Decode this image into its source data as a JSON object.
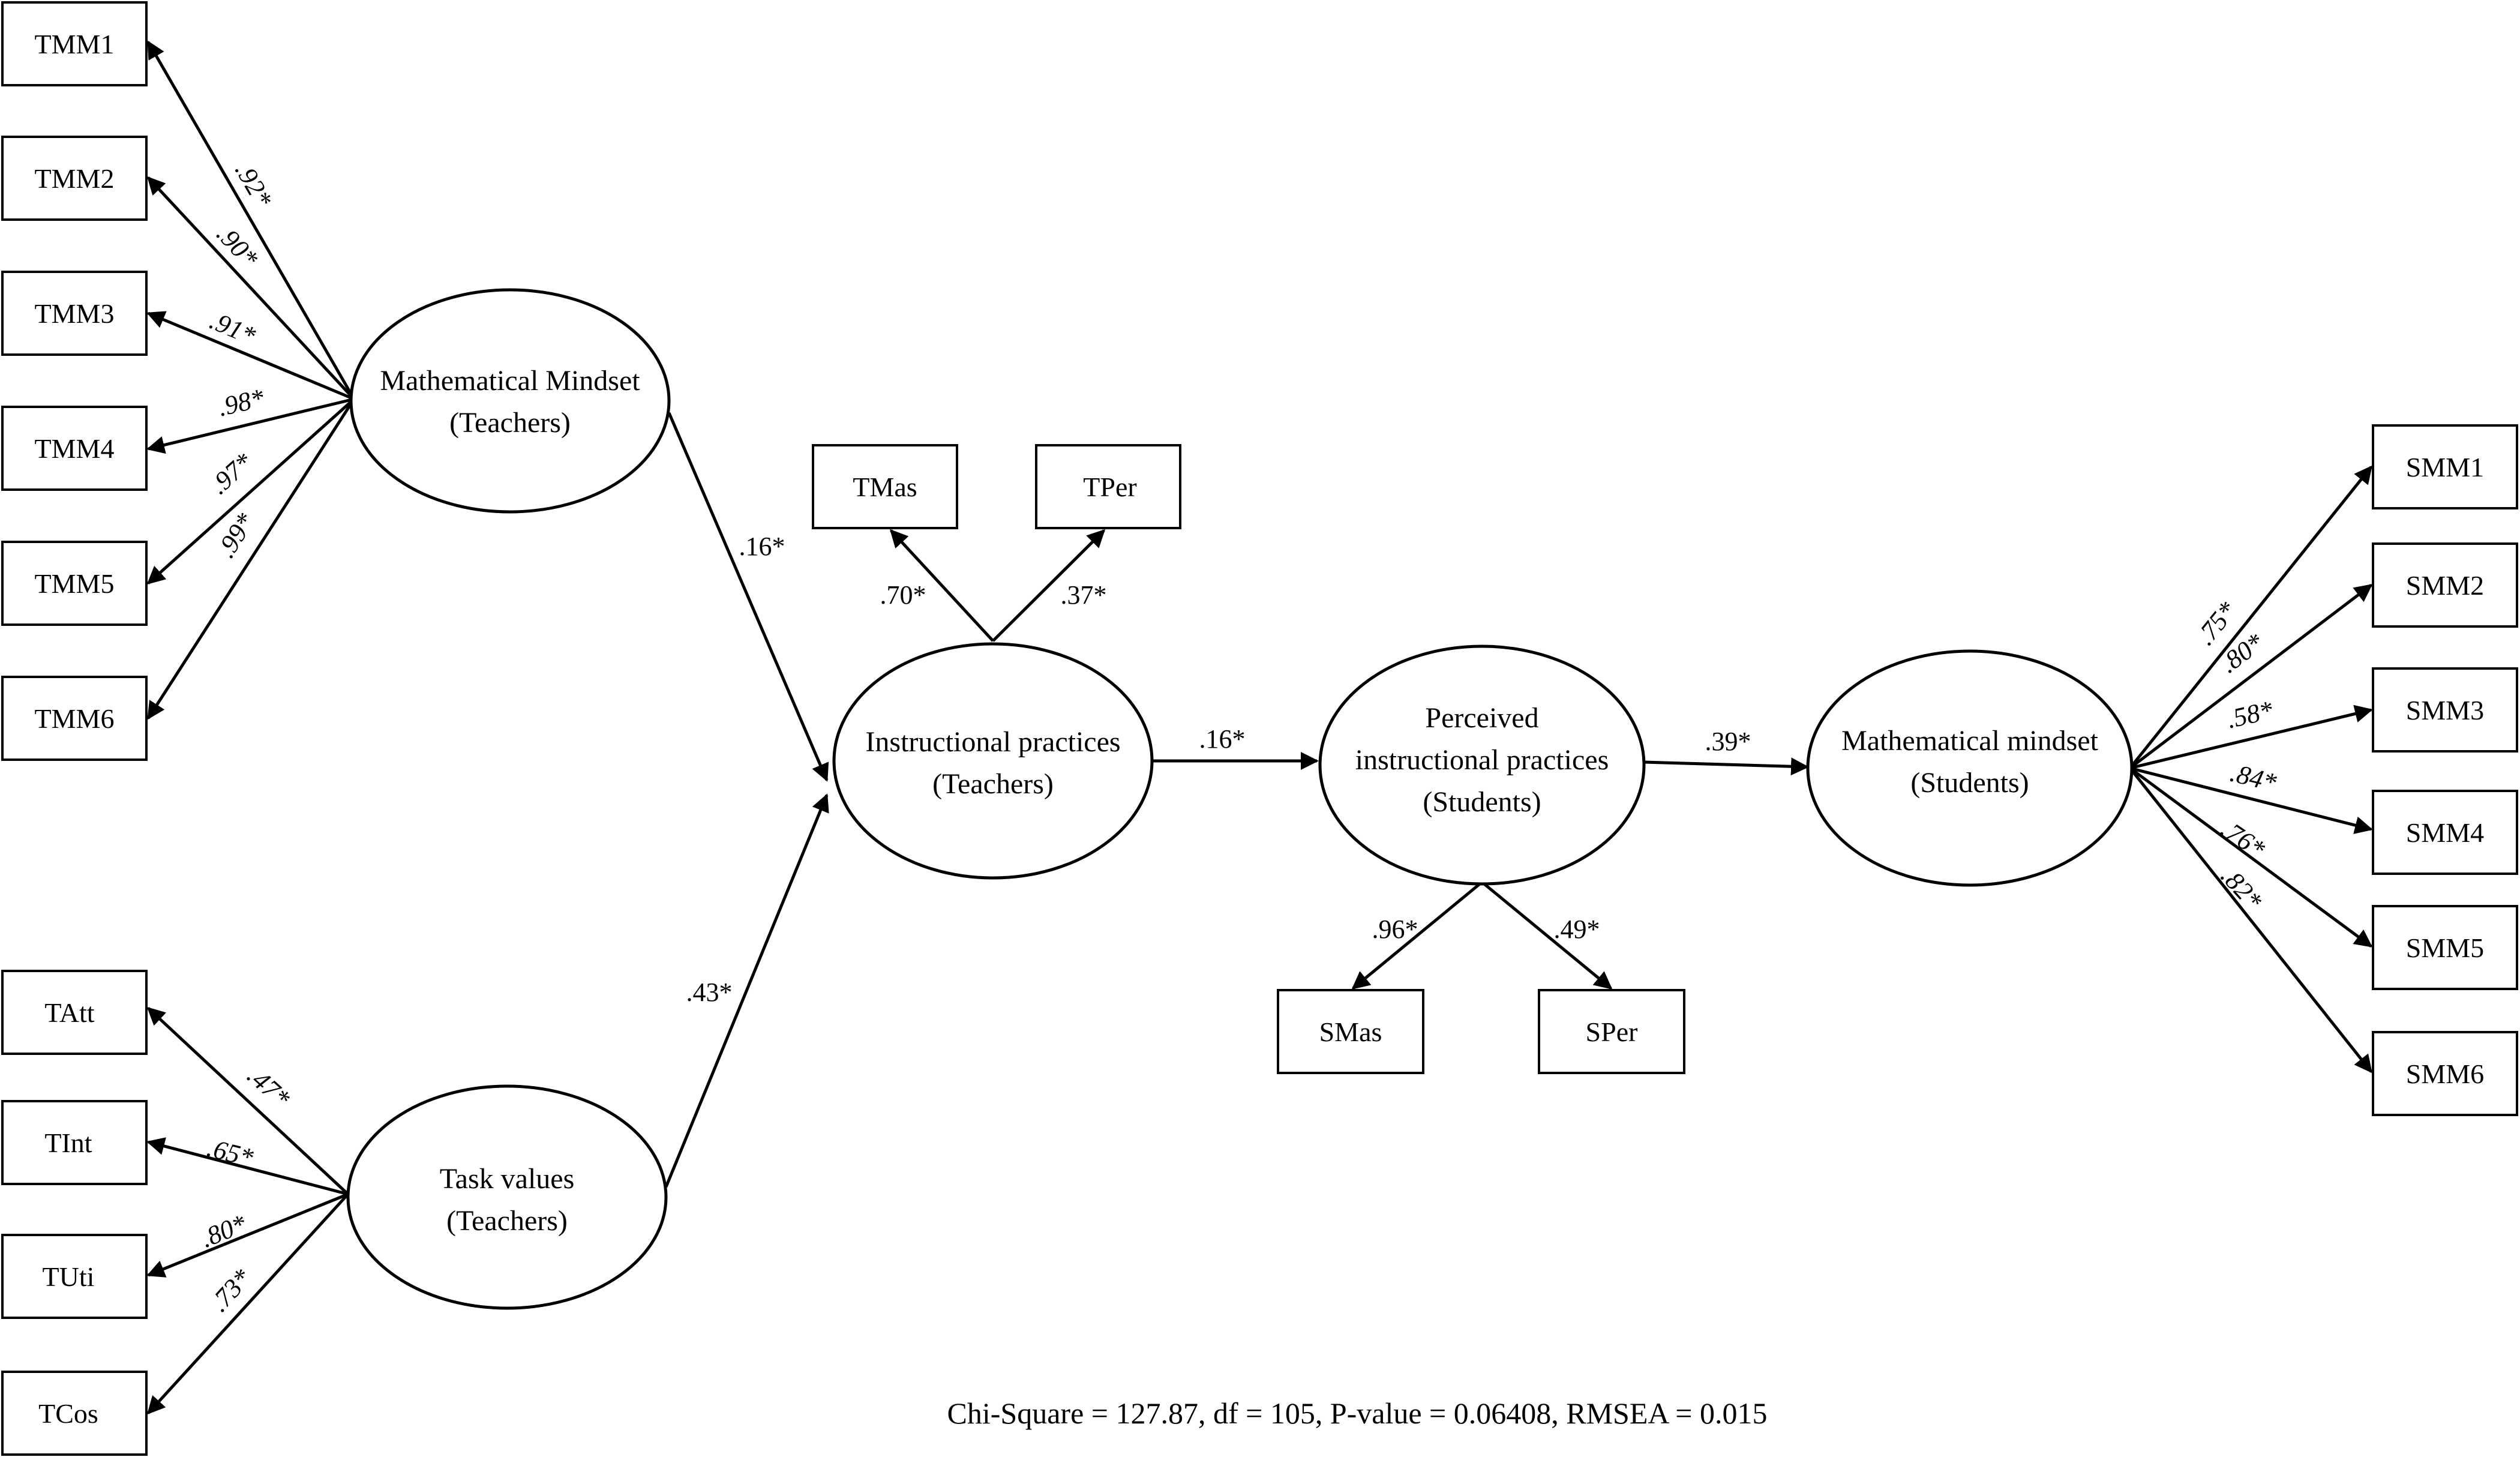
{
  "indicators": {
    "tmm1": "TMM1",
    "tmm2": "TMM2",
    "tmm3": "TMM3",
    "tmm4": "TMM4",
    "tmm5": "TMM5",
    "tmm6": "TMM6",
    "tatt": "TAtt",
    "tint": "TInt",
    "tuti": "TUti",
    "tcos": "TCos",
    "tmas": "TMas",
    "tper": "TPer",
    "smas": "SMas",
    "sper": "SPer",
    "smm1": "SMM1",
    "smm2": "SMM2",
    "smm3": "SMM3",
    "smm4": "SMM4",
    "smm5": "SMM5",
    "smm6": "SMM6"
  },
  "latents": {
    "math_mindset_teachers": {
      "line1": "Mathematical Mindset",
      "line2": "(Teachers)"
    },
    "task_values_teachers": {
      "line1": "Task values",
      "line2": "(Teachers)"
    },
    "instructional_practices_teachers": {
      "line1": "Instructional practices",
      "line2": "(Teachers)"
    },
    "perceived_practices_students": {
      "line1": "Perceived",
      "line2": "instructional practices",
      "line3": "(Students)"
    },
    "math_mindset_students": {
      "line1": "Mathematical mindset",
      "line2": "(Students)"
    }
  },
  "loadings": {
    "tmm1": ".92*",
    "tmm2": ".90*",
    "tmm3": ".91*",
    "tmm4": ".98*",
    "tmm5": ".97*",
    "tmm6": ".99*",
    "tatt": ".47*",
    "tint": ".65*",
    "tuti": ".80*",
    "tcos": ".73*",
    "tmas": ".70*",
    "tper": ".37*",
    "smas": ".96*",
    "sper": ".49*",
    "smm1": ".75*",
    "smm2": ".80*",
    "smm3": ".58*",
    "smm4": ".84*",
    "smm5": ".76*",
    "smm6": ".82*"
  },
  "paths": {
    "mindset_to_practices": ".16*",
    "taskvalues_to_practices": ".43*",
    "practices_to_perceived": ".16*",
    "perceived_to_student_mindset": ".39*"
  },
  "fit_statistics": "Chi-Square = 127.87, df = 105, P-value = 0.06408, RMSEA = 0.015"
}
